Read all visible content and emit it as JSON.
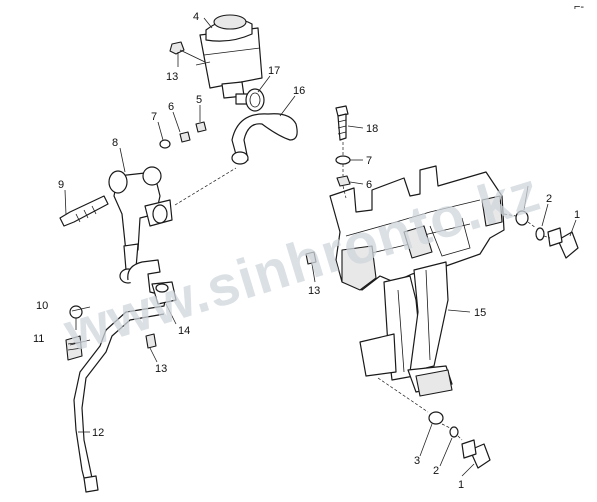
{
  "watermark": "www.sinhronto.kz",
  "corner_mark": "⌐-",
  "callouts": {
    "c1a": "1",
    "c1b": "1",
    "c2a": "2",
    "c2b": "2",
    "c3": "3",
    "c4": "4",
    "c5": "5",
    "c6a": "6",
    "c6b": "6",
    "c7a": "7",
    "c7b": "7",
    "c8": "8",
    "c9": "9",
    "c10": "10",
    "c11": "11",
    "c12": "12",
    "c13a": "13",
    "c13b": "13",
    "c13c": "13",
    "c14": "14",
    "c15": "15",
    "c16": "16",
    "c17": "17",
    "c18": "18"
  }
}
